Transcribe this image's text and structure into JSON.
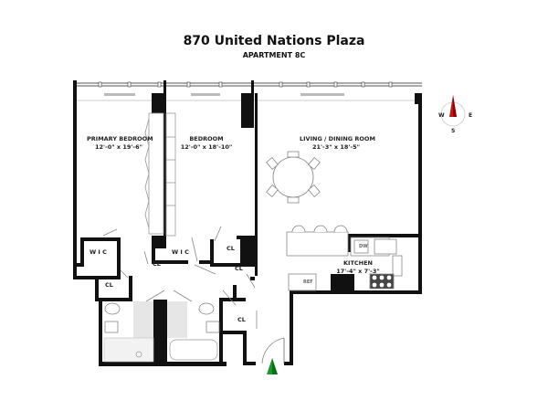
{
  "header": {
    "title": "870 United Nations Plaza",
    "subtitle": "APARTMENT 8C"
  },
  "rooms": [
    {
      "id": "primary-bedroom",
      "name": "PRIMARY BEDROOM",
      "dimensions": "12'-0\" x 19'-6\""
    },
    {
      "id": "bedroom",
      "name": "BEDROOM",
      "dimensions": "12'-0\" x 18'-10\""
    },
    {
      "id": "living-dining",
      "name": "LIVING / DINING ROOM",
      "dimensions": "21'-3\" x 18'-5\""
    },
    {
      "id": "kitchen",
      "name": "KITCHEN",
      "dimensions": "17'-4\" x 7'-3\""
    }
  ],
  "closets": {
    "wic_primary": "W I C",
    "wic_bedroom": "W I C",
    "cl_primary": "CL",
    "cl_bedroom": "CL",
    "cl_hall_1": "CL",
    "cl_hall_2": "CL",
    "cl_entry": "CL"
  },
  "appliances": {
    "dishwasher": "DW",
    "refrigerator": "REF"
  },
  "compass": {
    "west": "W",
    "east": "E",
    "south": "S",
    "needle_color": "#cc1111"
  },
  "entry_marker": {
    "color": "#1a9a2a"
  }
}
